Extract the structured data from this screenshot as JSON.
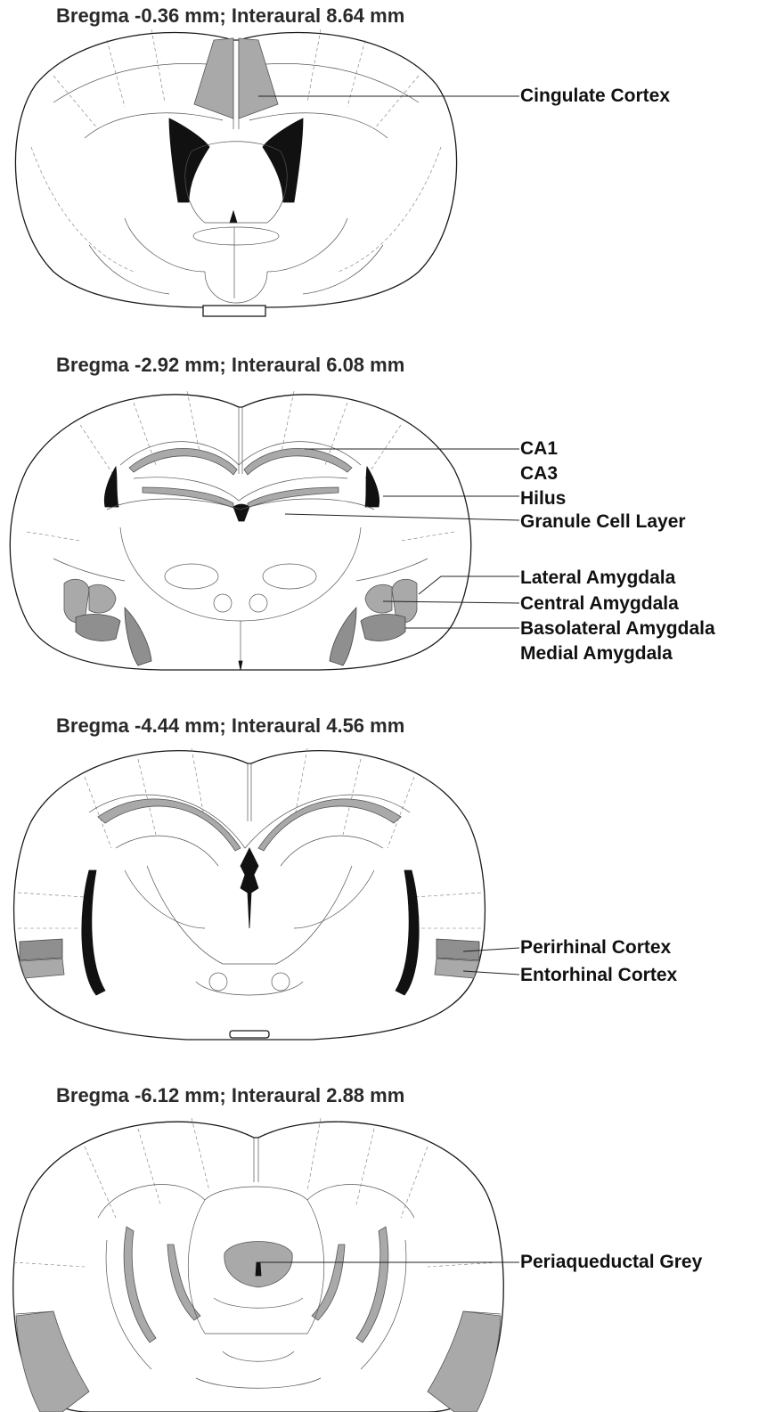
{
  "panels": [
    {
      "title": "Bregma -0.36 mm; Interaural 8.64 mm",
      "labels": [
        "Cingulate Cortex"
      ]
    },
    {
      "title": "Bregma -2.92 mm; Interaural 6.08 mm",
      "labels": [
        "CA1",
        "CA3",
        "Hilus",
        "Granule Cell Layer",
        "Lateral Amygdala",
        "Central Amygdala",
        "Basolateral Amygdala",
        "Medial Amygdala"
      ]
    },
    {
      "title": "Bregma -4.44 mm; Interaural 4.56 mm",
      "labels": [
        "Perirhinal Cortex",
        "Entorhinal Cortex"
      ]
    },
    {
      "title": "Bregma -6.12 mm; Interaural 2.88 mm",
      "labels": [
        "Periaqueductal Grey"
      ]
    }
  ],
  "colors": {
    "highlight_grey": "#a9a9a9",
    "highlight_dark_grey": "#8f8f8f",
    "ventricle_black": "#111111",
    "outline": "#1a1a1a"
  }
}
